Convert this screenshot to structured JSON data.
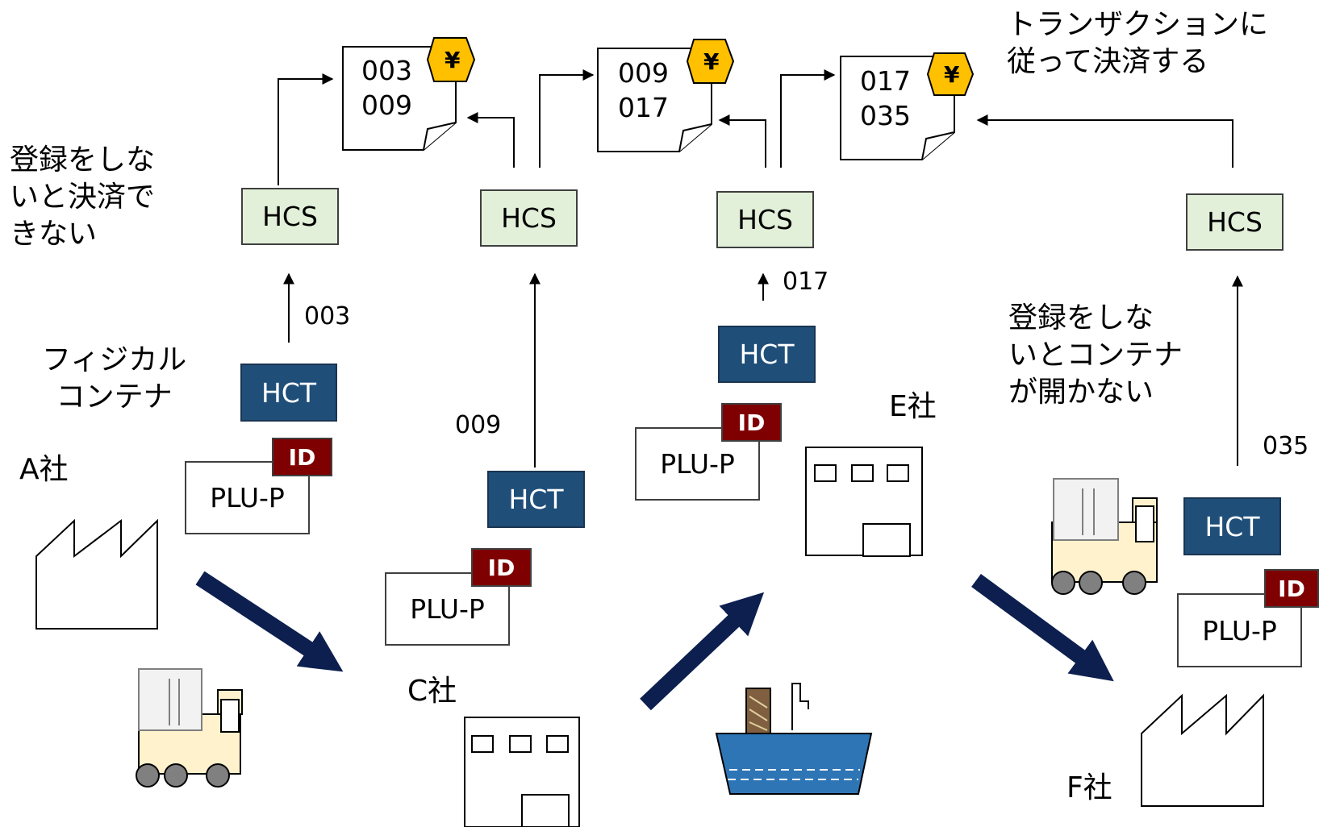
{
  "notes": {
    "a_register": "登録をしな\nいと決済で\nきない",
    "transaction": "トランザクションに\n従って決済する",
    "f_register": "登録をしな\nいとコンテナ\nが開かない",
    "physical_container": "フィジカル\nコンテナ"
  },
  "companies": {
    "a": "A社",
    "c": "C社",
    "e": "E社",
    "f": "F社"
  },
  "codes": {
    "c1": "003",
    "c2": "009",
    "c3": "017",
    "c4": "035"
  },
  "boxes": {
    "hcs": "HCS",
    "hct": "HCT",
    "plu": "PLU-P",
    "id": "ID"
  },
  "documents": [
    {
      "lines": "003\n009",
      "badge": "¥"
    },
    {
      "lines": "009\n017",
      "badge": "¥"
    },
    {
      "lines": "017\n035",
      "badge": "¥"
    }
  ],
  "colors": {
    "hcs_fill": "#e2f0d9",
    "hct_fill": "#1f4e79",
    "id_fill": "#7f0000",
    "yen_fill": "#ffc000",
    "flow_arrow": "#0d1f4f",
    "ship_hull": "#2e75b6",
    "cargo": "#7f5f3f",
    "forklift_body": "#fff2cc"
  },
  "icons": [
    "factory-icon",
    "forklift-icon",
    "warehouse-icon",
    "ship-icon",
    "document-icon",
    "yen-tag-icon"
  ]
}
